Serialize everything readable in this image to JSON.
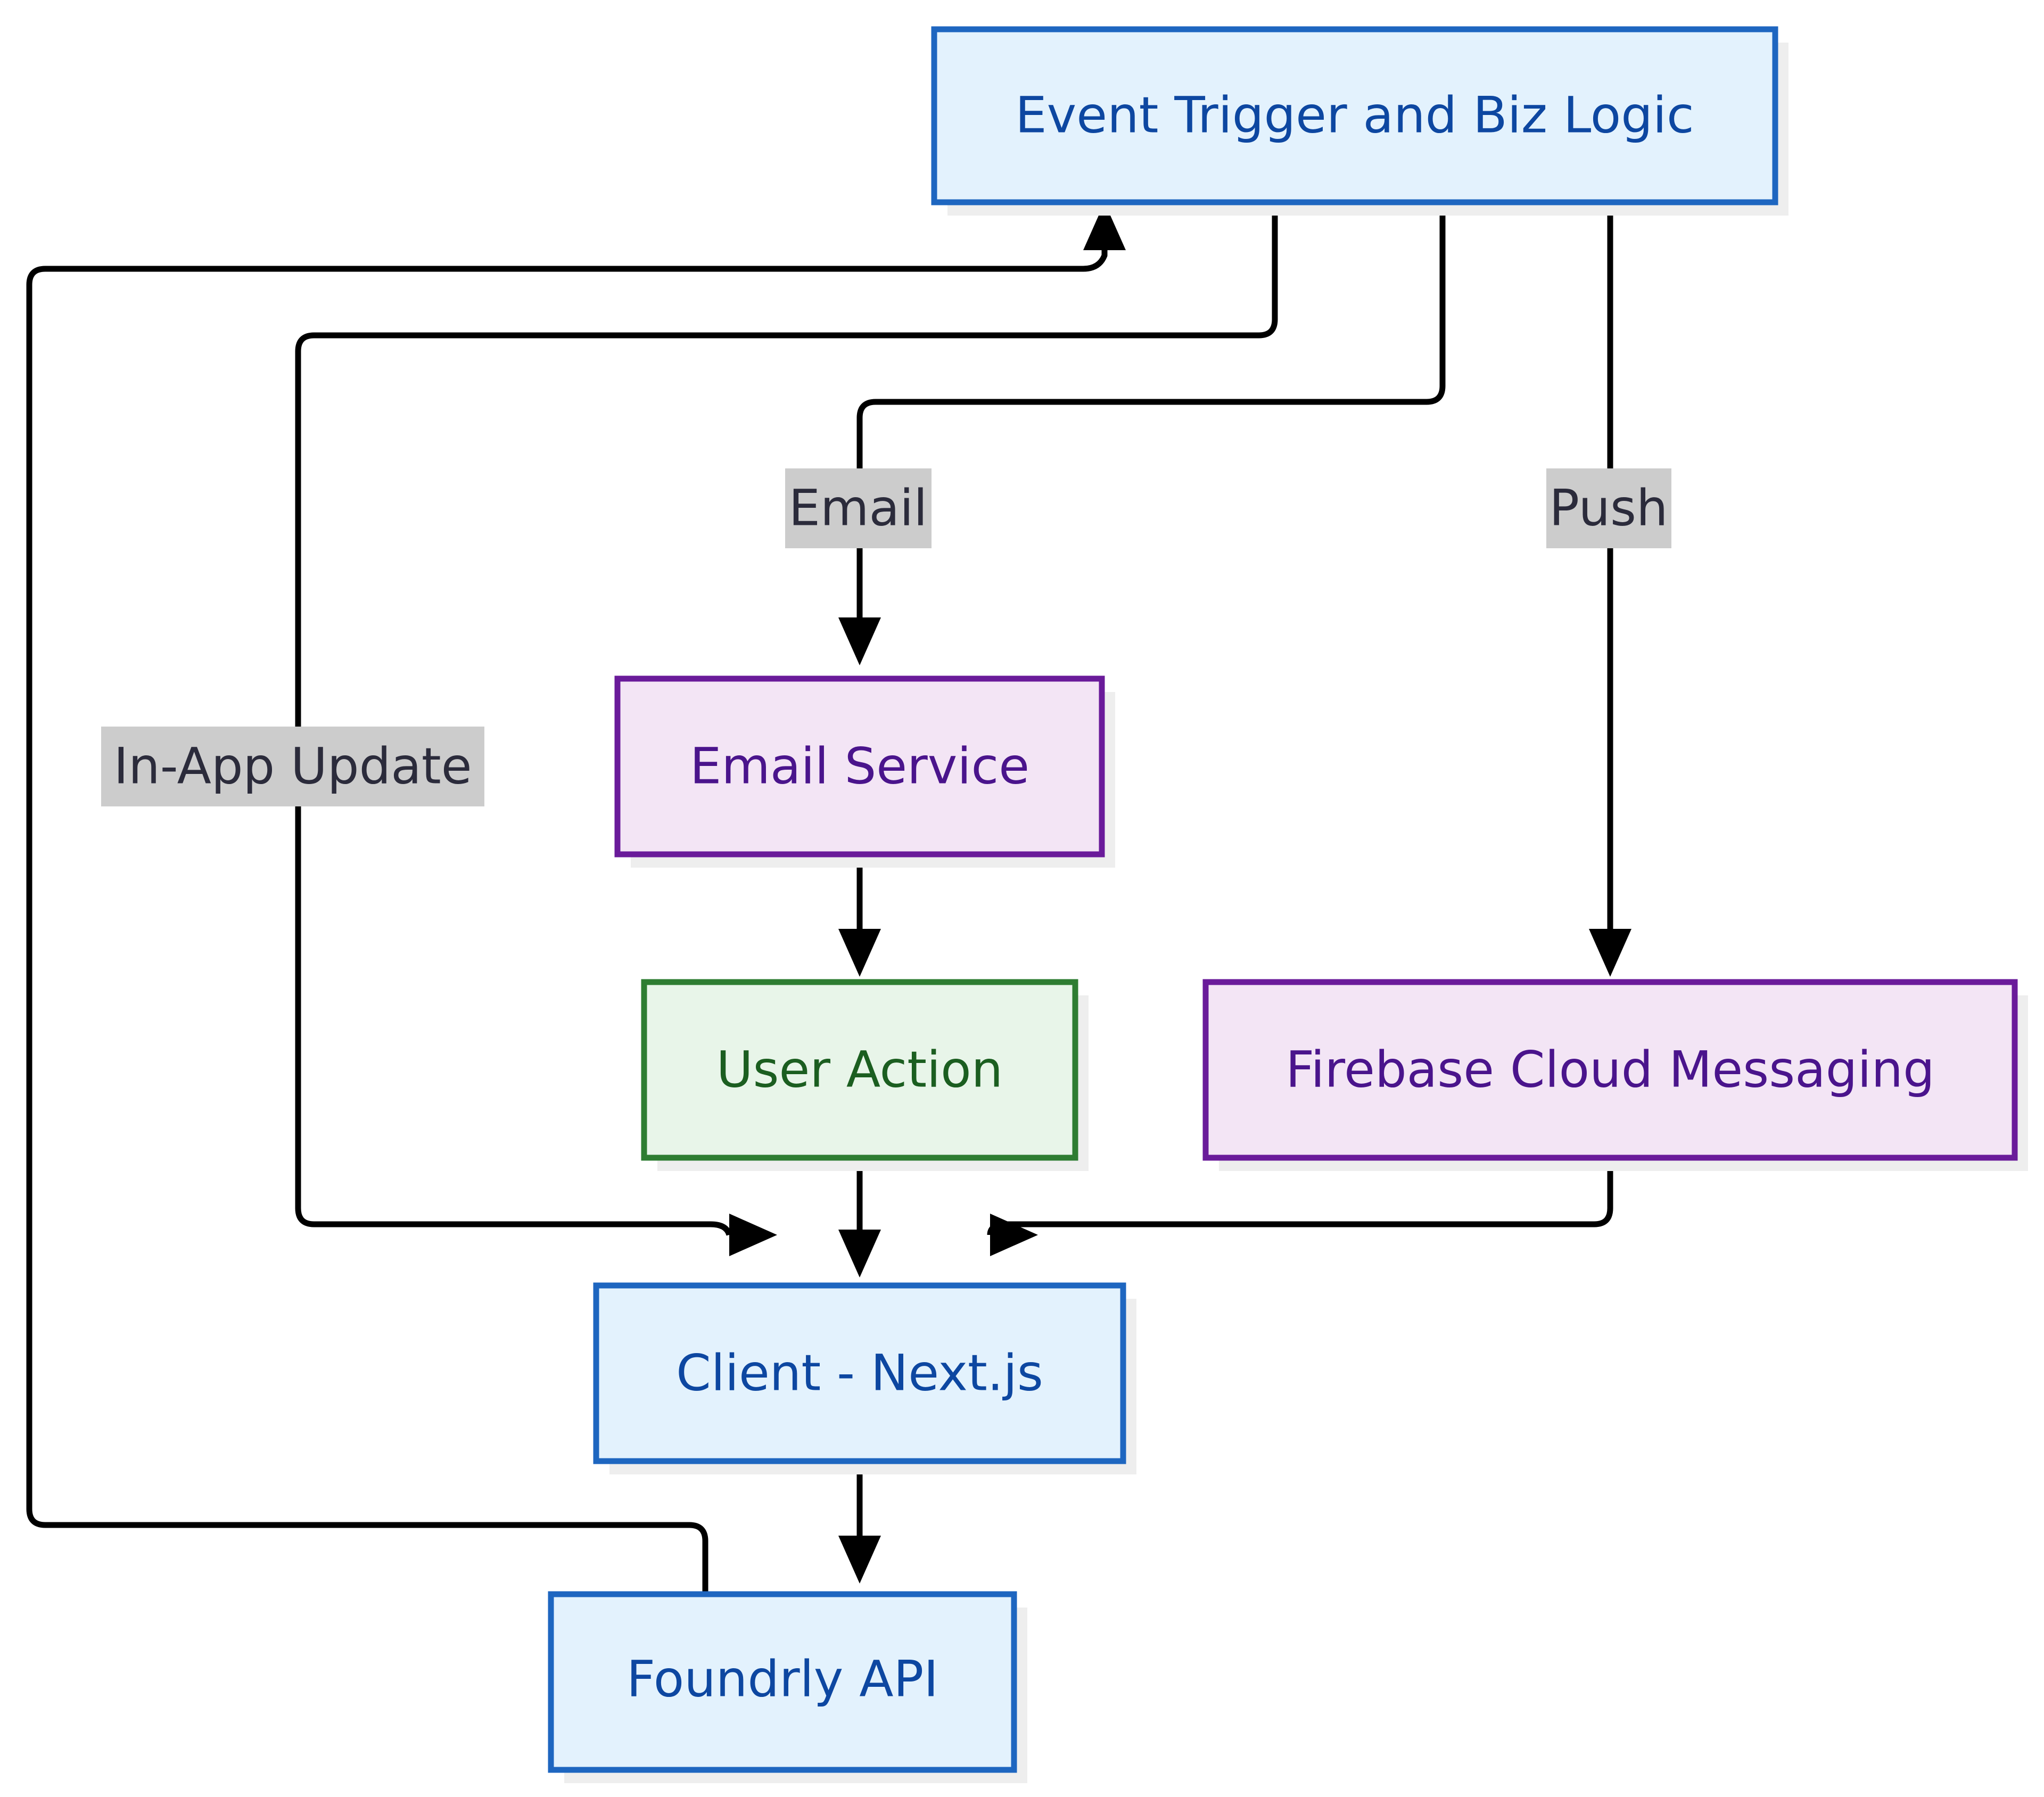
{
  "nodes": {
    "event": {
      "label": "Event Trigger and Biz Logic",
      "style": "blue"
    },
    "email_service": {
      "label": "Email Service",
      "style": "purple"
    },
    "user_action": {
      "label": "User Action",
      "style": "green"
    },
    "fcm": {
      "label": "Firebase Cloud Messaging",
      "style": "purple"
    },
    "client": {
      "label": "Client - Next.js",
      "style": "blue"
    },
    "api": {
      "label": "Foundrly API",
      "style": "blue"
    }
  },
  "edge_labels": {
    "email": "Email",
    "push": "Push",
    "in_app": "In-App Update"
  },
  "edges": [
    {
      "from": "event",
      "to": "client",
      "label": "In-App Update"
    },
    {
      "from": "event",
      "to": "email_service",
      "label": "Email"
    },
    {
      "from": "event",
      "to": "fcm",
      "label": "Push"
    },
    {
      "from": "email_service",
      "to": "user_action"
    },
    {
      "from": "user_action",
      "to": "client"
    },
    {
      "from": "fcm",
      "to": "client"
    },
    {
      "from": "client",
      "to": "api"
    },
    {
      "from": "api",
      "to": "event"
    }
  ],
  "colors": {
    "blue_fill": "#e3f2fd",
    "blue_stroke": "#1e66c0",
    "blue_text": "#0d47a1",
    "purple_fill": "#f3e5f5",
    "purple_stroke": "#6a1b9a",
    "purple_text": "#4a148c",
    "green_fill": "#e8f5e9",
    "green_stroke": "#2e7d32",
    "green_text": "#1b5e20",
    "edge": "#000000",
    "label_bg": "#cccccc",
    "shadow": "#eeeeee"
  }
}
